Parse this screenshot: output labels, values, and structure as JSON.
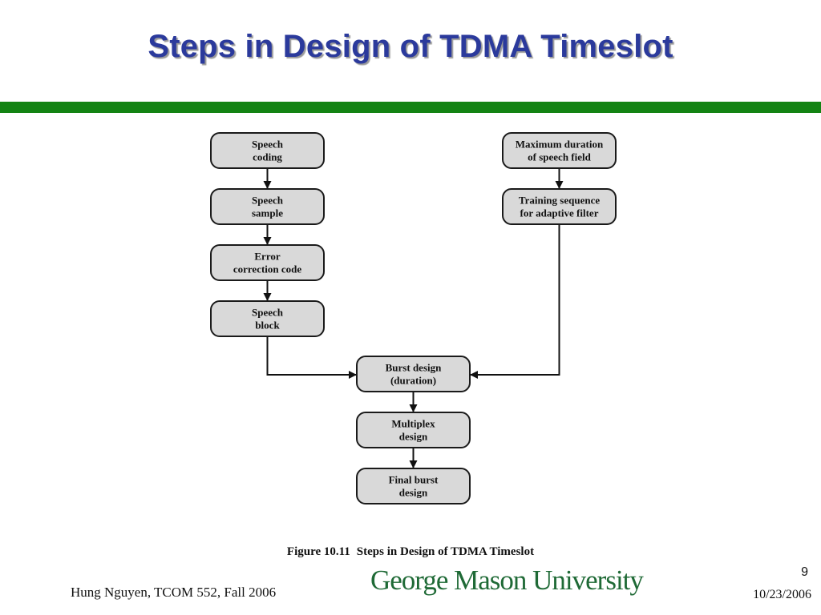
{
  "slide": {
    "title": "Steps in Design of TDMA Timeslot"
  },
  "diagram": {
    "nodes": [
      {
        "id": "speech-coding",
        "lines": [
          "Speech",
          "coding"
        ]
      },
      {
        "id": "speech-sample",
        "lines": [
          "Speech",
          "sample"
        ]
      },
      {
        "id": "error-correction-code",
        "lines": [
          "Error",
          "correction code"
        ]
      },
      {
        "id": "speech-block",
        "lines": [
          "Speech",
          "block"
        ]
      },
      {
        "id": "max-duration-speech-field",
        "lines": [
          "Maximum duration",
          "of speech field"
        ]
      },
      {
        "id": "training-sequence",
        "lines": [
          "Training sequence",
          "for adaptive filter"
        ]
      },
      {
        "id": "burst-design",
        "lines": [
          "Burst design",
          "(duration)"
        ]
      },
      {
        "id": "multiplex-design",
        "lines": [
          "Multiplex",
          "design"
        ]
      },
      {
        "id": "final-burst-design",
        "lines": [
          "Final burst",
          "design"
        ]
      }
    ],
    "edges": [
      {
        "from": "speech-coding",
        "to": "speech-sample"
      },
      {
        "from": "speech-sample",
        "to": "error-correction-code"
      },
      {
        "from": "error-correction-code",
        "to": "speech-block"
      },
      {
        "from": "speech-block",
        "to": "burst-design"
      },
      {
        "from": "max-duration-speech-field",
        "to": "training-sequence"
      },
      {
        "from": "training-sequence",
        "to": "burst-design"
      },
      {
        "from": "burst-design",
        "to": "multiplex-design"
      },
      {
        "from": "multiplex-design",
        "to": "final-burst-design"
      }
    ]
  },
  "caption": {
    "figure": "Figure 10.11",
    "text": "Steps in Design of TDMA Timeslot"
  },
  "footer": {
    "author_course": "Hung Nguyen, TCOM 552, Fall 2006",
    "logo_text": "George Mason University",
    "page_number": "9",
    "date": "10/23/2006"
  }
}
